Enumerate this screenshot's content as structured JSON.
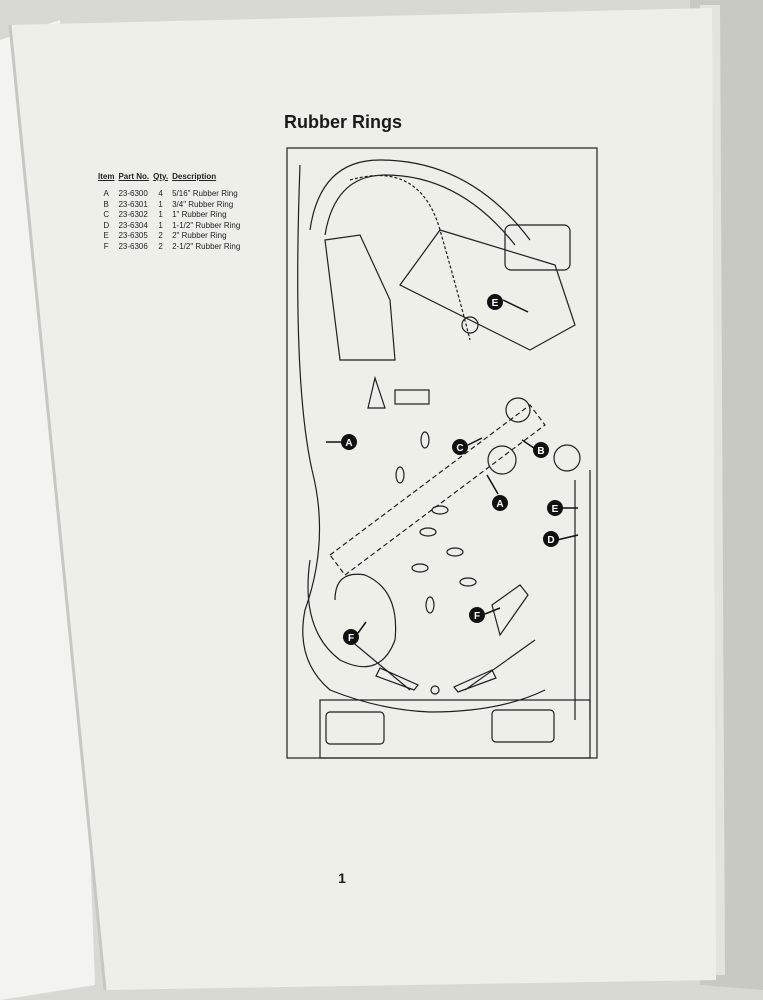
{
  "document": {
    "title": "Rubber Rings",
    "page_number": "1"
  },
  "parts_table": {
    "headers": {
      "item": "Item",
      "part_no": "Part No.",
      "qty": "Qty.",
      "description": "Description"
    },
    "rows": [
      {
        "item": "A",
        "part_no": "23-6300",
        "qty": "4",
        "description": "5/16\" Rubber Ring"
      },
      {
        "item": "B",
        "part_no": "23-6301",
        "qty": "1",
        "description": "3/4\" Rubber Ring"
      },
      {
        "item": "C",
        "part_no": "23-6302",
        "qty": "1",
        "description": "1\" Rubber Ring"
      },
      {
        "item": "D",
        "part_no": "23-6304",
        "qty": "1",
        "description": "1-1/2\" Rubber Ring"
      },
      {
        "item": "E",
        "part_no": "23-6305",
        "qty": "2",
        "description": "2\" Rubber Ring"
      },
      {
        "item": "F",
        "part_no": "23-6306",
        "qty": "2",
        "description": "2-1/2\" Rubber Ring"
      }
    ]
  },
  "callouts": {
    "a1": "A",
    "a2": "A",
    "b": "B",
    "c": "C",
    "d": "D",
    "e1": "E",
    "e2": "E",
    "f1": "F",
    "f2": "F"
  },
  "colors": {
    "page": "#efefea",
    "ink": "#1a1a1a",
    "background": "#d9d9d4"
  }
}
